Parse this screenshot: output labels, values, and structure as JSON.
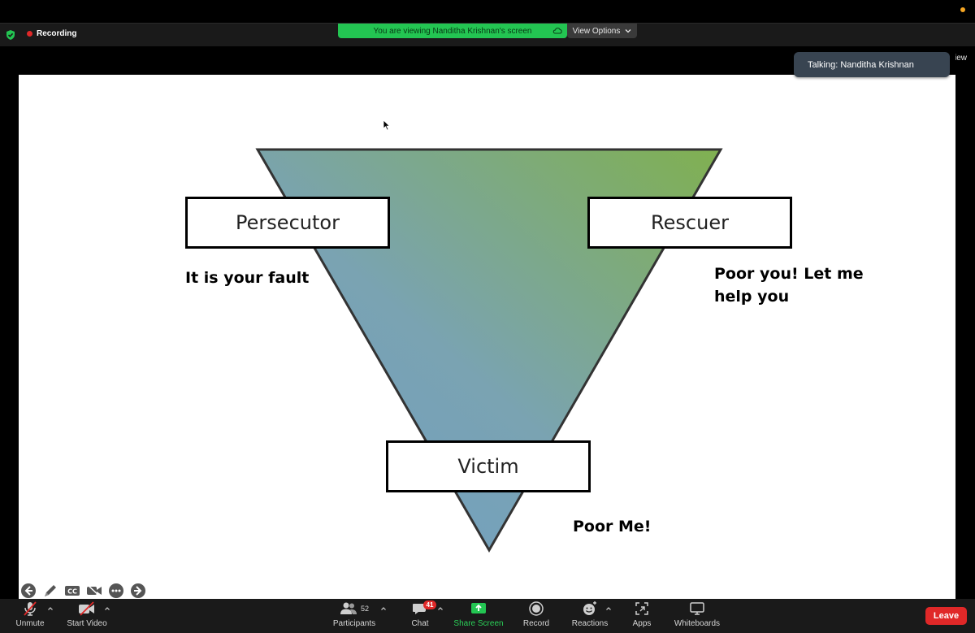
{
  "header": {
    "recording_label": "Recording",
    "viewing_banner": "You are viewing Nanditha Krishnan's screen",
    "view_options_label": "View Options",
    "view_label": "View"
  },
  "notification": {
    "talking_label": "Talking: Nanditha Krishnan"
  },
  "slide": {
    "persecutor": "Persecutor",
    "rescuer": "Rescuer",
    "victim": "Victim",
    "persecutor_caption": "It is your fault",
    "rescuer_caption_line1": "Poor you! Let me",
    "rescuer_caption_line2": "help you",
    "victim_caption": "Poor Me!"
  },
  "toolbar": {
    "unmute": "Unmute",
    "start_video": "Start Video",
    "participants": "Participants",
    "participants_count": "52",
    "chat": "Chat",
    "chat_badge": "41",
    "share_screen": "Share Screen",
    "record": "Record",
    "reactions": "Reactions",
    "apps": "Apps",
    "whiteboards": "Whiteboards",
    "leave": "Leave"
  },
  "colors": {
    "share_green": "#23c552",
    "leave_red": "#e02828",
    "triangle_blue": "#6f9fc6",
    "triangle_green": "#7fb05a"
  }
}
